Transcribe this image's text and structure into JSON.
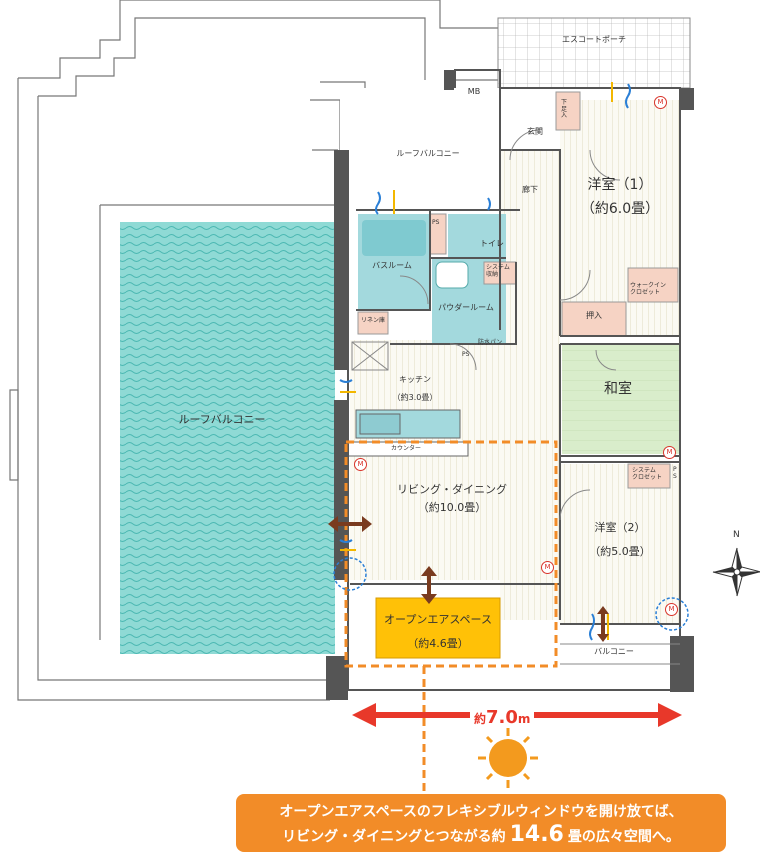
{
  "rooms": {
    "escort_porch": "エスコートポーチ",
    "mb": "MB",
    "shoe_cabinet": "下\n足\n入",
    "entrance": "玄関",
    "hallway": "廊下",
    "roof_balcony_top": "ルーフバルコニー",
    "roof_balcony_left": "ルーフバルコニー",
    "western1_name": "洋室（1）",
    "western1_size": "（約6.0畳）",
    "bathroom": "バスルーム",
    "toilet": "トイレ",
    "ps1": "PS",
    "system_storage": "システム\n収納",
    "powder_room": "パウダールーム",
    "walkin_closet": "ウォークイン\nクロゼット",
    "closet_oshiire": "押入",
    "linen": "リネン庫",
    "waterproof_pan": "防水パン",
    "ps2": "PS",
    "kitchen_name": "キッチン",
    "kitchen_size": "（約3.0畳）",
    "japanese_room": "和室",
    "counter": "カウンター",
    "system_closet": "システム\nクロゼット",
    "ps3": "P\nS",
    "living_name": "リビング・ダイニング",
    "living_size": "（約10.0畳）",
    "western2_name": "洋室（2）",
    "western2_size": "（約5.0畳）",
    "open_air_name": "オープンエアスペース",
    "open_air_size": "（約4.6畳）",
    "balcony": "バルコニー"
  },
  "dimension": {
    "prefix": "約",
    "value": "7.0",
    "unit": "m"
  },
  "compass": {
    "north": "N"
  },
  "meter_mark": "M",
  "callout": {
    "line1": "オープンエアスペースのフレキシブルウィンドウを開け放てば、",
    "line2_pre": "リビング・ダイニングとつながる約",
    "line2_num": "14.6",
    "line2_post": "畳の広々空間へ。"
  },
  "colors": {
    "tatami": "#d7ecc9",
    "roof_pool": "#7fd3cf",
    "bath": "#9fd8dc",
    "open_air": "#ffc107",
    "storage": "#f6d3c4",
    "floor_lines": "#e9e4cf",
    "accent_orange": "#f28c28",
    "dimension_red": "#e8382a",
    "sun": "#f39a1e"
  }
}
